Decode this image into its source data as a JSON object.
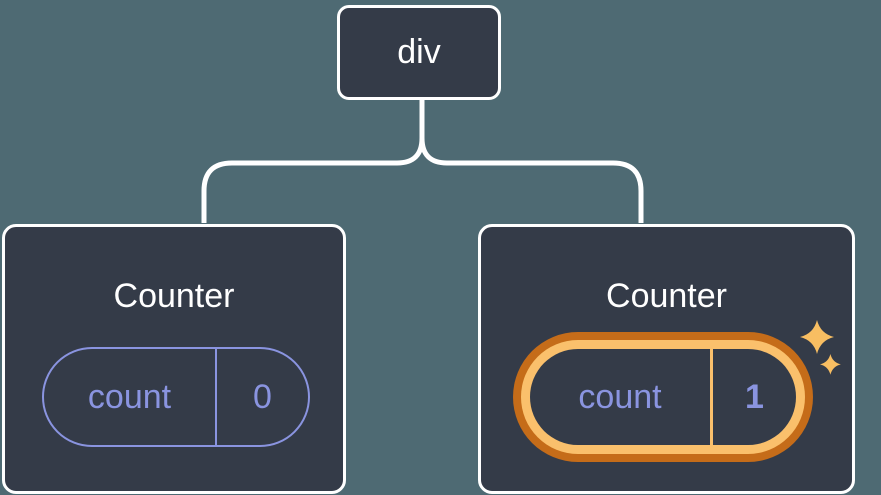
{
  "diagram": {
    "type": "react-component-tree",
    "root": {
      "label": "div"
    },
    "children": [
      {
        "title": "Counter",
        "state": {
          "label": "count",
          "value": "0"
        },
        "highlighted": false
      },
      {
        "title": "Counter",
        "state": {
          "label": "count",
          "value": "1"
        },
        "highlighted": true
      }
    ]
  },
  "icons": {
    "sparkles": "sparkles-icon"
  },
  "colors": {
    "background": "#4E6A73",
    "node_fill": "#343B48",
    "node_border": "#FFFFFF",
    "connector": "#FFFFFF",
    "state_accent": "#8A94E0",
    "highlight_ring_outer": "#C56C19",
    "highlight_ring_inner": "#FAC06C",
    "sparkle": "#F8BE62"
  }
}
